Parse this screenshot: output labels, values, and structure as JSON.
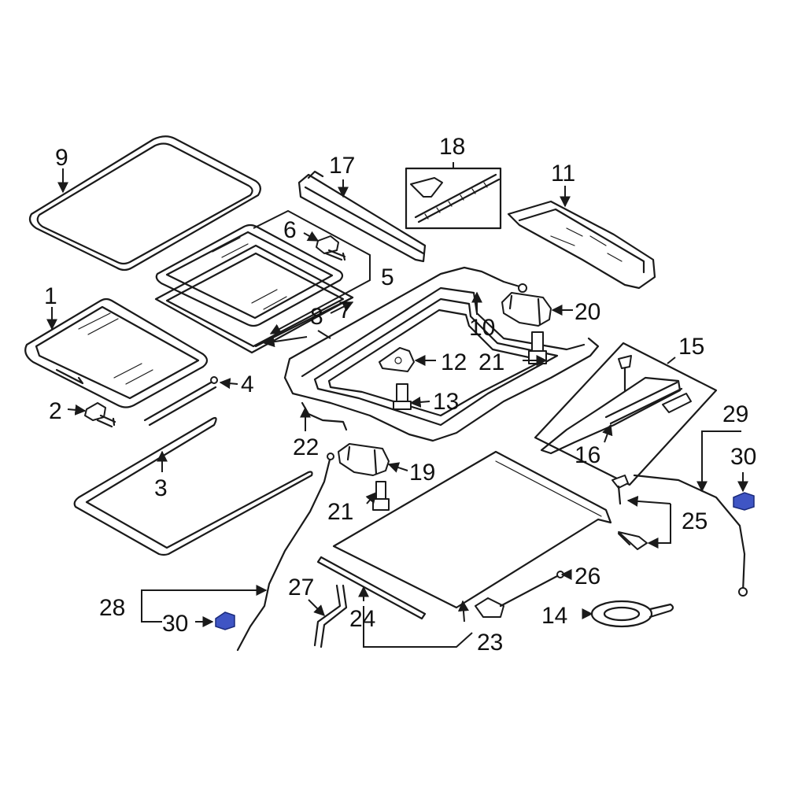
{
  "highlight_color": "#3f55c4",
  "callouts": {
    "c1": "1",
    "c2": "2",
    "c3": "3",
    "c4": "4",
    "c5": "5",
    "c6": "6",
    "c7": "7",
    "c8": "8",
    "c9": "9",
    "c10": "10",
    "c11": "11",
    "c12": "12",
    "c13": "13",
    "c14": "14",
    "c15": "15",
    "c16": "16",
    "c17": "17",
    "c18": "18",
    "c19": "19",
    "c20": "20",
    "c21a": "21",
    "c21b": "21",
    "c22": "22",
    "c23": "23",
    "c24": "24",
    "c25": "25",
    "c26": "26",
    "c27": "27",
    "c28": "28",
    "c29": "29",
    "c30a": "30",
    "c30b": "30"
  }
}
